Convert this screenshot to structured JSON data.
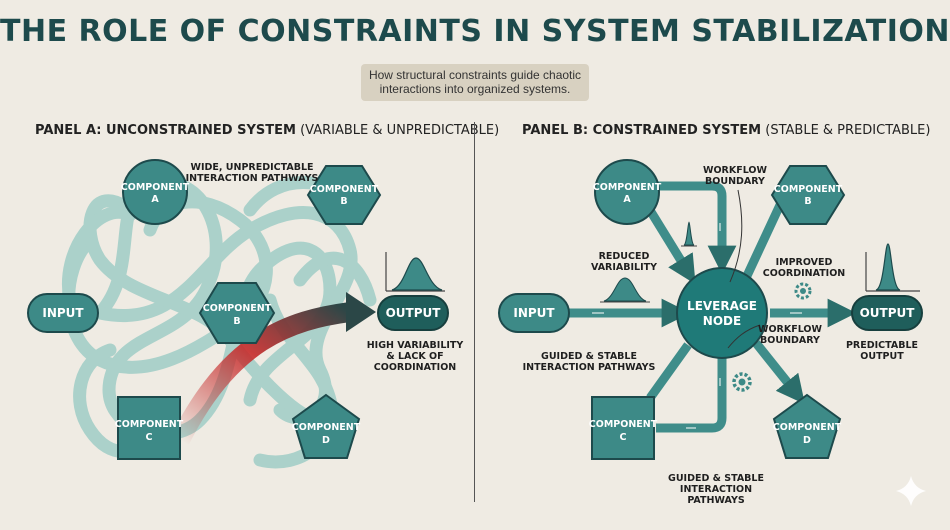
{
  "title": "THE ROLE OF CONSTRAINTS IN SYSTEM STABILIZATION",
  "subtitle": [
    "How structural constraints guide chaotic",
    "interactions into organized systems."
  ],
  "colors": {
    "background": "#efebe3",
    "node_fill": "#3d8a87",
    "node_stroke": "#1d4a4c",
    "dark_node": "#1f5e5b",
    "path_light": "#a8d0c9",
    "accent_red": "#c62a2a",
    "title": "#1d4a4c"
  },
  "panel_a": {
    "heading_bold": "PANEL A: UNCONSTRAINED SYSTEM",
    "heading_rest": " (VARIABLE & UNPREDICTABLE)",
    "input": "INPUT",
    "output": "OUTPUT",
    "component_a": [
      "COMPONENT",
      "A"
    ],
    "component_b_top": [
      "COMPONENT",
      "B"
    ],
    "component_b_mid": [
      "COMPONENT",
      "B"
    ],
    "component_c": [
      "COMPONENT",
      "C"
    ],
    "component_d": [
      "COMPONENT",
      "D"
    ],
    "label_pathways": [
      "WIDE, UNPREDICTABLE",
      "INTERACTION PATHWAYS"
    ],
    "label_variability": [
      "HIGH VARIABILITY",
      "& LACK OF",
      "COORDINATION"
    ]
  },
  "panel_b": {
    "heading_bold": "PANEL B: CONSTRAINED SYSTEM",
    "heading_rest": " (STABLE & PREDICTABLE)",
    "input": "INPUT",
    "output": "OUTPUT",
    "leverage": [
      "LEVERAGE",
      "NODE"
    ],
    "component_a": [
      "COMPONENT",
      "A"
    ],
    "component_b": [
      "COMPONENT",
      "B"
    ],
    "component_c": [
      "COMPONENT",
      "C"
    ],
    "component_d": [
      "COMPONENT",
      "D"
    ],
    "label_boundary_top": [
      "WORKFLOW",
      "BOUNDARY"
    ],
    "label_reduced": [
      "REDUCED",
      "VARIABILITY"
    ],
    "label_coordination": [
      "IMPROVED",
      "COORDINATION"
    ],
    "label_boundary_right": [
      "WORKFLOW",
      "BOUNDARY"
    ],
    "label_predictable": [
      "PREDICTABLE",
      "OUTPUT"
    ],
    "label_guided_left": [
      "GUIDED & STABLE",
      "INTERACTION PATHWAYS"
    ],
    "label_guided_bottom": [
      "GUIDED & STABLE",
      "INTERACTION",
      "PATHWAYS"
    ]
  }
}
